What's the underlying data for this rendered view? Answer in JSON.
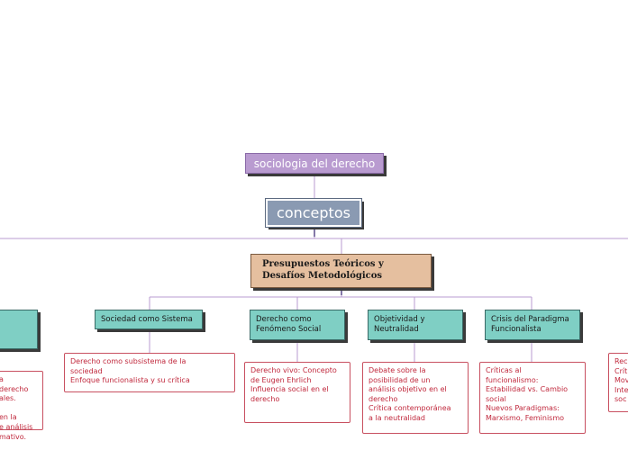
{
  "root": {
    "label": "sociologia del derecho"
  },
  "concepts": {
    "label": "conceptos"
  },
  "presupuestos": {
    "label": "Presupuestos Teóricos y\nDesafíos Metodológicos"
  },
  "categories": [
    {
      "label": "Sociedad como Sistema",
      "note": "Derecho como subsistema de la\nsociedad\nEnfoque funcionalista y su crítica"
    },
    {
      "label": "Derecho como\nFenómeno Social",
      "note": "Derecho vivo: Concepto\nde Eugen Ehrlich\nInfluencia social en el\nderecho"
    },
    {
      "label": "Objetividad y\nNeutralidad",
      "note": "Debate sobre la\nposibilidad de un\nanálisis objetivo en el\nderecho\nCrítica contemporánea\na la neutralidad"
    },
    {
      "label": "Crisis del Paradigma\nFuncionalista",
      "note": "Críticas al\nfuncionalismo:\nEstabilidad vs. Cambio\nsocial\nNuevos Paradigmas:\nMarxismo, Feminismo"
    }
  ],
  "left_note_fragment": "a\nderecho\nales.\n\nen la\ne análisis\nmativo.",
  "right_note_fragment": "Rec\nCrít\nMov\nInte\nsoc",
  "colors": {
    "root": "#b99bd0",
    "concepts": "#8a9ab2",
    "presupuestos": "#e5bf9f",
    "category": "#7fcfc4",
    "note_text": "#c0283c",
    "connector": "#8a6aa8"
  }
}
